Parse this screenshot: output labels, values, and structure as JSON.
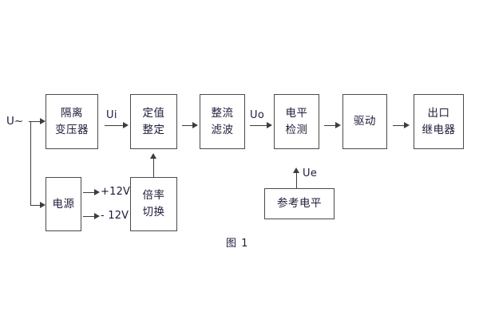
{
  "figure": {
    "caption": "图 1",
    "input_label": "U~",
    "colors": {
      "stroke": "#4a4a4a",
      "wire": "#3d3d3d",
      "text": "#1c1c3a",
      "background": "#ffffff"
    }
  },
  "blocks": [
    {
      "id": "isolation-transformer",
      "lines": [
        "隔离",
        "变压器"
      ]
    },
    {
      "id": "setting-value",
      "lines": [
        "定值",
        "整定"
      ]
    },
    {
      "id": "rectify-filter",
      "lines": [
        "整流",
        "滤波"
      ]
    },
    {
      "id": "level-detect",
      "lines": [
        "电平",
        "检测"
      ]
    },
    {
      "id": "drive",
      "lines": [
        "驱动"
      ]
    },
    {
      "id": "output-relay",
      "lines": [
        "出口",
        "继电器"
      ]
    },
    {
      "id": "power-supply",
      "lines": [
        "电源"
      ]
    },
    {
      "id": "multiplier-switch",
      "lines": [
        "倍率",
        "切换"
      ]
    },
    {
      "id": "reference-level",
      "lines": [
        "参考电平"
      ]
    }
  ],
  "signals": {
    "ui": "Ui",
    "uo": "Uo",
    "ue": "Ue"
  },
  "rails": {
    "positive": "+12V",
    "negative": "- 12V"
  }
}
